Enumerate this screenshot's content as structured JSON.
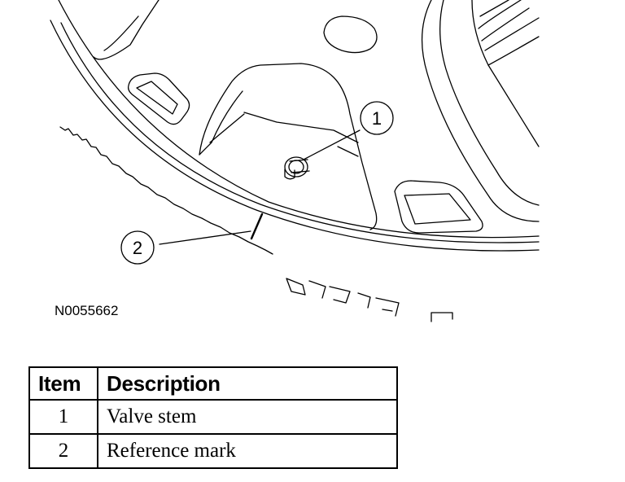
{
  "figure": {
    "id": "N0055662",
    "callouts": [
      "1",
      "2"
    ]
  },
  "legend": {
    "headers": {
      "item": "Item",
      "description": "Description"
    },
    "rows": [
      {
        "item": "1",
        "description": "Valve stem"
      },
      {
        "item": "2",
        "description": "Reference mark"
      }
    ]
  }
}
